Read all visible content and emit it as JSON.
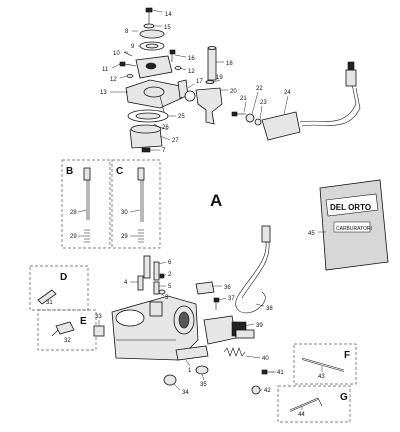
{
  "section_label": "A",
  "box_letters": {
    "b": "B",
    "c": "C",
    "d": "D",
    "e": "E",
    "f": "F",
    "g": "G"
  },
  "carton": {
    "brand": "DEL ORTO",
    "sub": "CARBURATORI"
  },
  "parts": {
    "p1": "1",
    "p2": "2",
    "p3": "3",
    "p4": "4",
    "p5": "5",
    "p6": "6",
    "p7": "7",
    "p8": "8",
    "p9": "9",
    "p10": "10",
    "p11": "11",
    "p12a": "12",
    "p12b": "12",
    "p13": "13",
    "p14": "14",
    "p15": "15",
    "p16": "16",
    "p17": "17",
    "p18": "18",
    "p19": "19",
    "p20": "20",
    "p21": "21",
    "p22": "22",
    "p23": "23",
    "p24": "24",
    "p25": "25",
    "p26": "26",
    "p27": "27",
    "p28": "28",
    "p29a": "29",
    "p29b": "29",
    "p30": "30",
    "p31": "31",
    "p32": "32",
    "p33": "33",
    "p34": "34",
    "p35": "35",
    "p36": "36",
    "p37": "37",
    "p38": "38",
    "p39": "39",
    "p40": "40",
    "p41": "41",
    "p42": "42",
    "p43": "43",
    "p44": "44",
    "p45": "45"
  },
  "colors": {
    "ink": "#111111",
    "paper": "#ffffff"
  }
}
